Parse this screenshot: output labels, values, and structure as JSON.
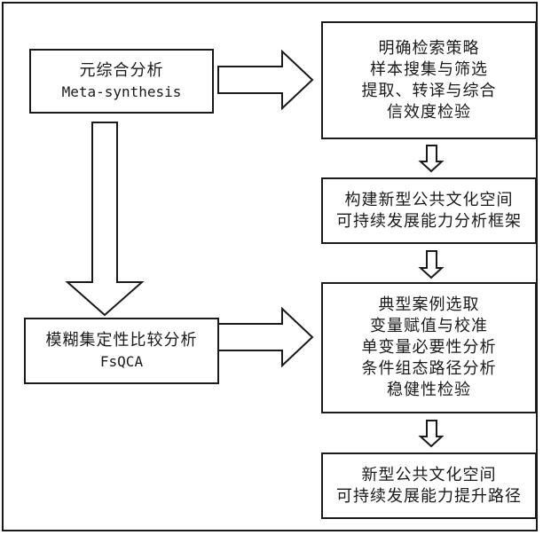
{
  "nodes": {
    "meta_synthesis": {
      "lines": [
        "元综合分析",
        "Meta-synthesis"
      ]
    },
    "fsqca": {
      "lines": [
        "模糊集定性比较分析",
        "FsQCA"
      ]
    },
    "step1": {
      "lines": [
        "明确检索策略",
        "样本搜集与筛选",
        "提取、转译与综合",
        "信效度检验"
      ]
    },
    "step2": {
      "lines": [
        "构建新型公共文化空间",
        "可持续发展能力分析框架"
      ]
    },
    "step3": {
      "lines": [
        "典型案例选取",
        "变量赋值与校准",
        "单变量必要性分析",
        "条件组态路径分析",
        "稳健性检验"
      ]
    },
    "step4": {
      "lines": [
        "新型公共文化空间",
        "可持续发展能力提升路径"
      ]
    }
  }
}
